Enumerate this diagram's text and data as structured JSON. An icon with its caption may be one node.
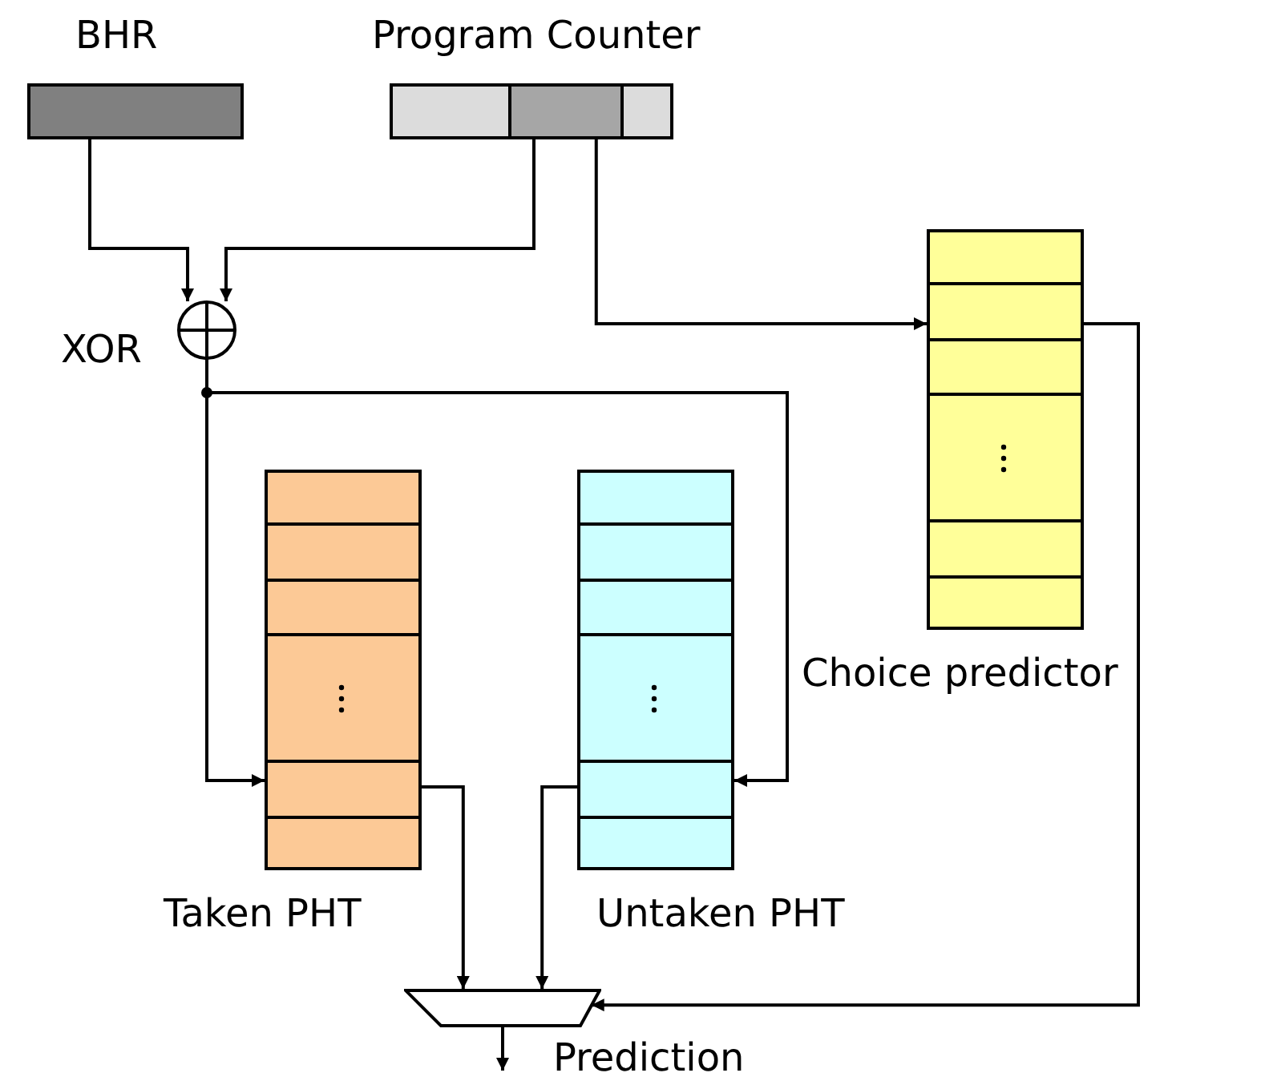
{
  "diagram": {
    "nodes": [
      {
        "text": [
          "BHR"
        ]
      },
      {
        "text": [
          "Program Counter"
        ]
      },
      {
        "text": [],
        "shape": "box",
        "in": 1
      },
      {
        "text": [
          "XOR"
        ]
      },
      {
        "text": [
          "Taken PHT"
        ]
      },
      {
        "text": [
          "Untaken PHT"
        ]
      },
      {
        "text": [
          "Choice predictor"
        ]
      },
      {
        "text": [],
        "shape": "trapezoid",
        "beside": [
          "Prediction"
        ]
      }
    ],
    "edges": [
      {
        "from": 0,
        "to": 3,
        "arrow": "to"
      },
      {
        "from": 2,
        "to": 3,
        "arrow": "to"
      },
      {
        "from": 2,
        "to": 6,
        "arrow": "to"
      },
      {
        "from": 3,
        "to": 4,
        "arrow": "to"
      },
      {
        "from": 3,
        "to": 5,
        "arrow": "to"
      },
      {
        "from": 4,
        "to": 7,
        "arrow": "to"
      },
      {
        "from": 5,
        "to": 7,
        "arrow": "to"
      },
      {
        "from": 6,
        "to": 7,
        "arrow": "to"
      },
      {
        "from": 7,
        "to": null,
        "arrow": "to"
      }
    ]
  }
}
